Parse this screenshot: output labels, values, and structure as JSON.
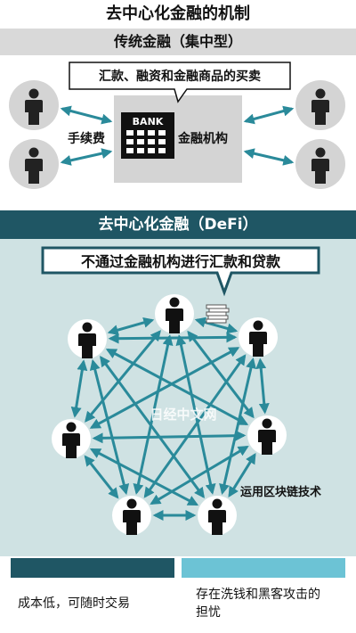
{
  "title": "去中心化金融的机制",
  "traditional": {
    "header": "传统金融（集中型）",
    "callout": "汇款、融资和金融商品的买卖",
    "bank_sign": "BANK",
    "fee_label": "手续费",
    "institution_label": "金融机构"
  },
  "defi": {
    "header": "去中心化金融（DeFi）",
    "callout": "不通过金融机构进行汇款和贷款",
    "blockchain_label": "运用区块链技术",
    "watermark": "日经中文网"
  },
  "comparison": {
    "pro": "成本低，可随时交易",
    "con_line1": "存在洗钱和黑客攻击的",
    "con_line2": "担忧"
  },
  "colors": {
    "dark_teal": "#1f5664",
    "light_blue": "#6cc3d5",
    "arrow_teal": "#2a8a9a",
    "panel_grey": "#d9d9d9",
    "defi_bg": "#cfe2e3"
  }
}
